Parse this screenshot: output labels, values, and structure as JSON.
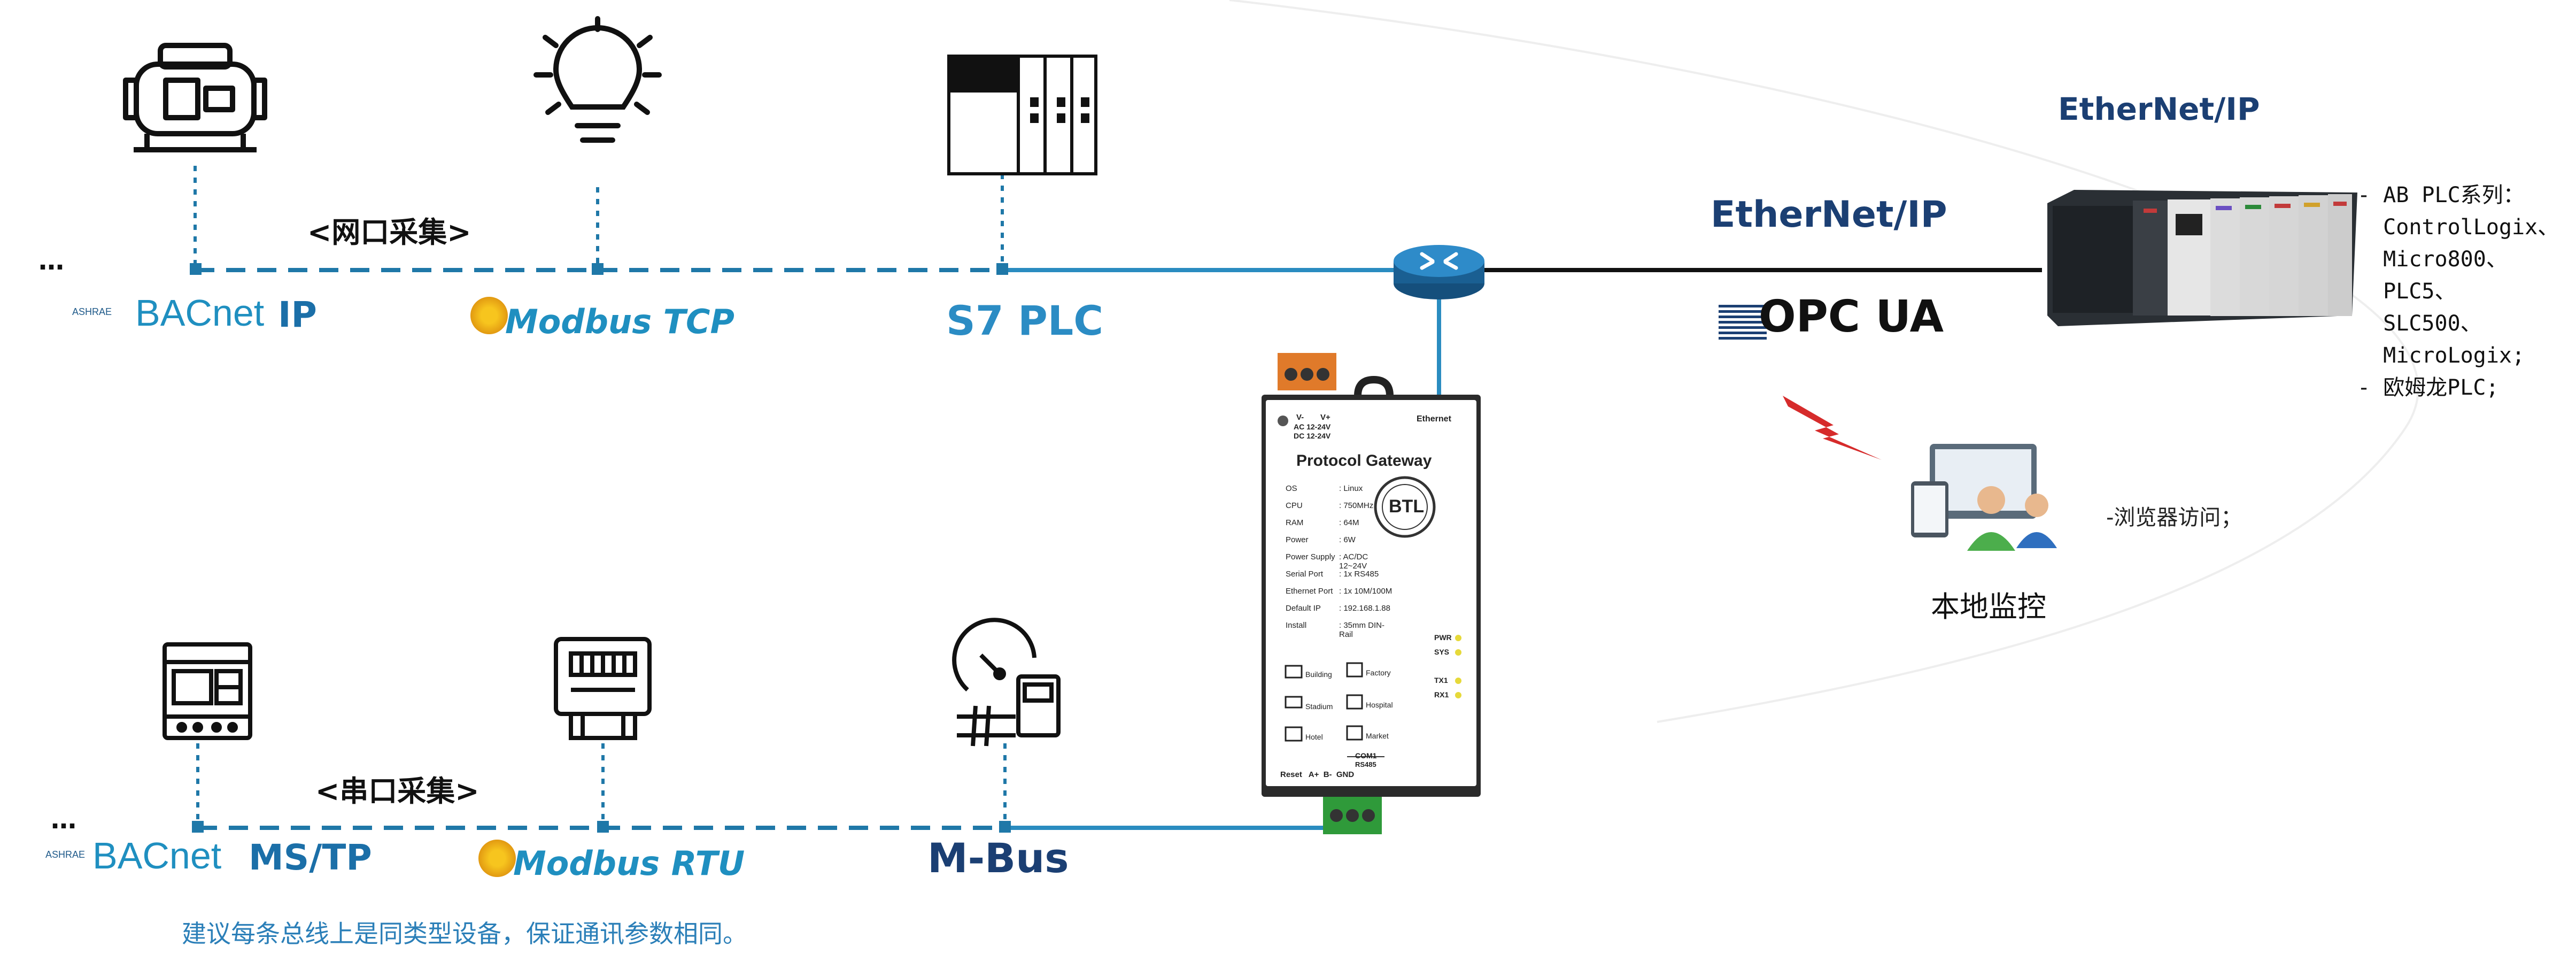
{
  "top_row": {
    "group_label": "<网口采集>",
    "ellipsis": "…",
    "bacnet_ip": {
      "ashrae": "ASHRAE",
      "main": "BACnet",
      "suffix": "IP"
    },
    "modbus_tcp": "Modbus TCP",
    "s7_plc": "S7 PLC"
  },
  "bottom_row": {
    "group_label": "<串口采集>",
    "ellipsis": "…",
    "bacnet_mstp": {
      "ashrae": "ASHRAE",
      "main": "BACnet",
      "suffix": "MS/TP"
    },
    "modbus_rtu": "Modbus RTU",
    "mbus": "M-Bus"
  },
  "note": "建议每条总线上是同类型设备，保证通讯参数相同。",
  "gateway": {
    "vminus": "V-",
    "vplus": "V+",
    "ac": "AC 12-24V",
    "dc": "DC 12-24V",
    "ethernet": "Ethernet",
    "title": "Protocol Gateway",
    "btl": "BTL",
    "specs": [
      {
        "k": "OS",
        "v": ": Linux"
      },
      {
        "k": "CPU",
        "v": ": 750MHz"
      },
      {
        "k": "RAM",
        "v": ": 64M"
      },
      {
        "k": "Power",
        "v": ": 6W"
      },
      {
        "k": "Power Supply",
        "v": ": AC/DC 12~24V"
      },
      {
        "k": "Serial Port",
        "v": ": 1x RS485"
      },
      {
        "k": "Ethernet Port",
        "v": ": 1x 10M/100M"
      },
      {
        "k": "Default IP",
        "v": ": 192.168.1.88"
      },
      {
        "k": "Install",
        "v": ": 35mm DIN-Rail"
      }
    ],
    "leds": [
      "PWR",
      "SYS",
      "TX1",
      "RX1"
    ],
    "apps": [
      "Building",
      "Factory",
      "Stadium",
      "Hospital",
      "Hotel",
      "Market"
    ],
    "com": "COM1",
    "rs485": "RS485",
    "pins": "Reset   A+  B-  GND"
  },
  "right": {
    "ethernet_ip_top": "EtherNet/IP",
    "ethernet_ip_mid": "EtherNet/IP",
    "opc_ua": "OPC UA",
    "plc_list": [
      "- AB PLC系列：",
      "  ControlLogix、",
      "  Micro800、",
      "  PLC5、",
      "  SLC500、",
      "  MicroLogix;",
      "- 欧姆龙PLC;"
    ],
    "browser_access": "-浏览器访问；",
    "local_monitor": "本地监控"
  },
  "colors": {
    "dash_blue": "#1f78a8",
    "solid_blue": "#2a8cc0",
    "router": "#1e6fa3",
    "bolt": "#d62b2b"
  },
  "icons": [
    "compressor-icon",
    "lightbulb-icon",
    "s7-plc-icon",
    "din-meter-icon",
    "energy-meter-icon",
    "gauge-meter-icon",
    "router-icon",
    "lightning-icon",
    "monitor-users-icon",
    "ab-plc-rack-icon"
  ]
}
